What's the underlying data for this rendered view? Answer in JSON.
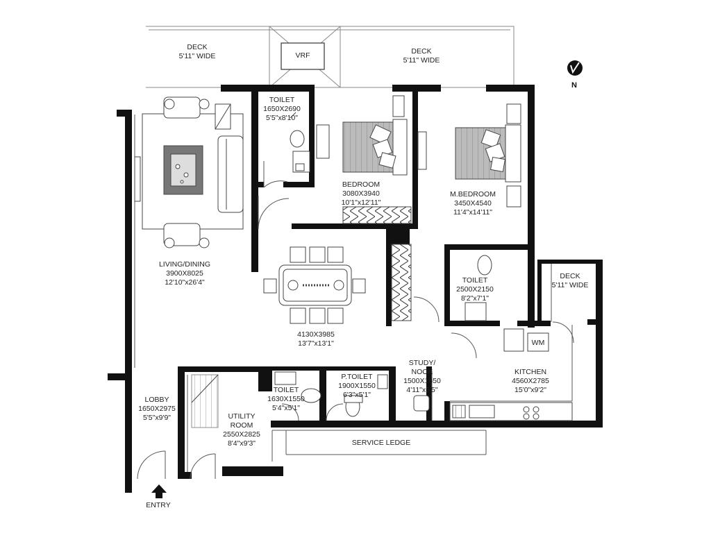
{
  "rooms": {
    "deck_left": {
      "name": "DECK",
      "width": "5'11\" WIDE"
    },
    "vrf": {
      "name": "VRF"
    },
    "deck_top_right": {
      "name": "DECK",
      "width": "5'11\" WIDE"
    },
    "toilet_1": {
      "name": "TOILET",
      "metric": "1650X2690",
      "imperial": "5'5\"x8'10\""
    },
    "bedroom": {
      "name": "BEDROOM",
      "metric": "3080X3940",
      "imperial": "10'1\"x12'11\""
    },
    "master_bedroom": {
      "name": "M.BEDROOM",
      "metric": "3450X4540",
      "imperial": "11'4\"x14'11\""
    },
    "living_dining": {
      "name": "LIVING/DINING",
      "metric": "3900X8025",
      "imperial": "12'10\"x26'4\""
    },
    "dining_area": {
      "metric": "4130X3985",
      "imperial": "13'7\"x13'1\""
    },
    "toilet_2": {
      "name": "TOILET",
      "metric": "2500X2150",
      "imperial": "8'2\"x7'1\""
    },
    "deck_right": {
      "name": "DECK",
      "width": "5'11\" WIDE"
    },
    "wm": {
      "name": "WM"
    },
    "kitchen": {
      "name": "KITCHEN",
      "metric": "4560X2785",
      "imperial": "15'0\"x9'2\""
    },
    "study": {
      "name": "STUDY/",
      "name2": "NOOK",
      "metric": "1500X1650",
      "imperial": "4'11\"x5'5\""
    },
    "p_toilet": {
      "name": "P.TOILET",
      "metric": "1900X1550",
      "imperial": "6'3\"x5'1\""
    },
    "toilet_3": {
      "name": "TOILET",
      "metric": "1630X1550",
      "imperial": "5'4\"x5'1\""
    },
    "utility": {
      "name": "UTILITY",
      "name2": "ROOM",
      "metric": "2550X2825",
      "imperial": "8'4\"x9'3\""
    },
    "lobby": {
      "name": "LOBBY",
      "metric": "1650X2975",
      "imperial": "5'5\"x9'9\""
    },
    "service_ledge": {
      "name": "SERVICE LEDGE"
    }
  },
  "entry": {
    "label": "ENTRY"
  },
  "compass": {
    "label": "N",
    "icon": "north-arrow-icon"
  },
  "colors": {
    "wall": "#111111",
    "line": "#555555",
    "bed_fill": "#bdbdbd",
    "rug": "#777777"
  }
}
